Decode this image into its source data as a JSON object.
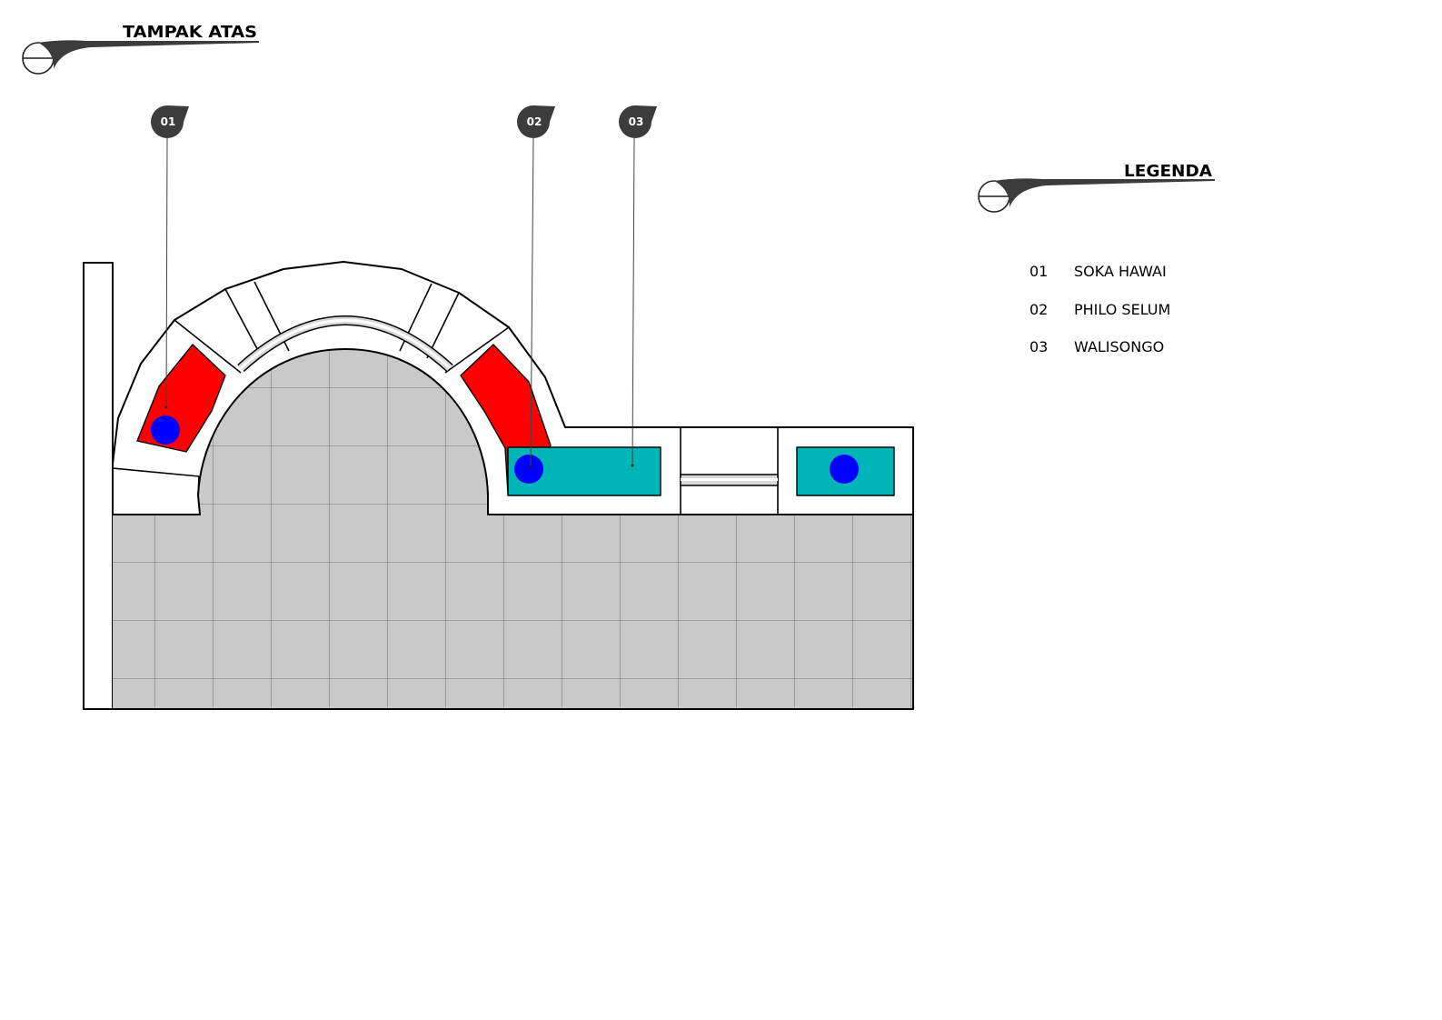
{
  "drawing": {
    "title": "TAMPAK ATAS"
  },
  "callouts": [
    {
      "label": "01"
    },
    {
      "label": "02"
    },
    {
      "label": "03"
    }
  ],
  "legend": {
    "title": "LEGENDA",
    "items": [
      {
        "code": "01",
        "name": "SOKA HAWAI"
      },
      {
        "code": "02",
        "name": "PHILO SELUM"
      },
      {
        "code": "03",
        "name": "WALISONGO"
      }
    ]
  },
  "colors": {
    "soka_hawai": "#ff0000",
    "philo_selum": "#0000ff",
    "walisongo": "#00b5b5",
    "paving": "#c8c8c8",
    "callout_fill": "#3c3c3c"
  }
}
